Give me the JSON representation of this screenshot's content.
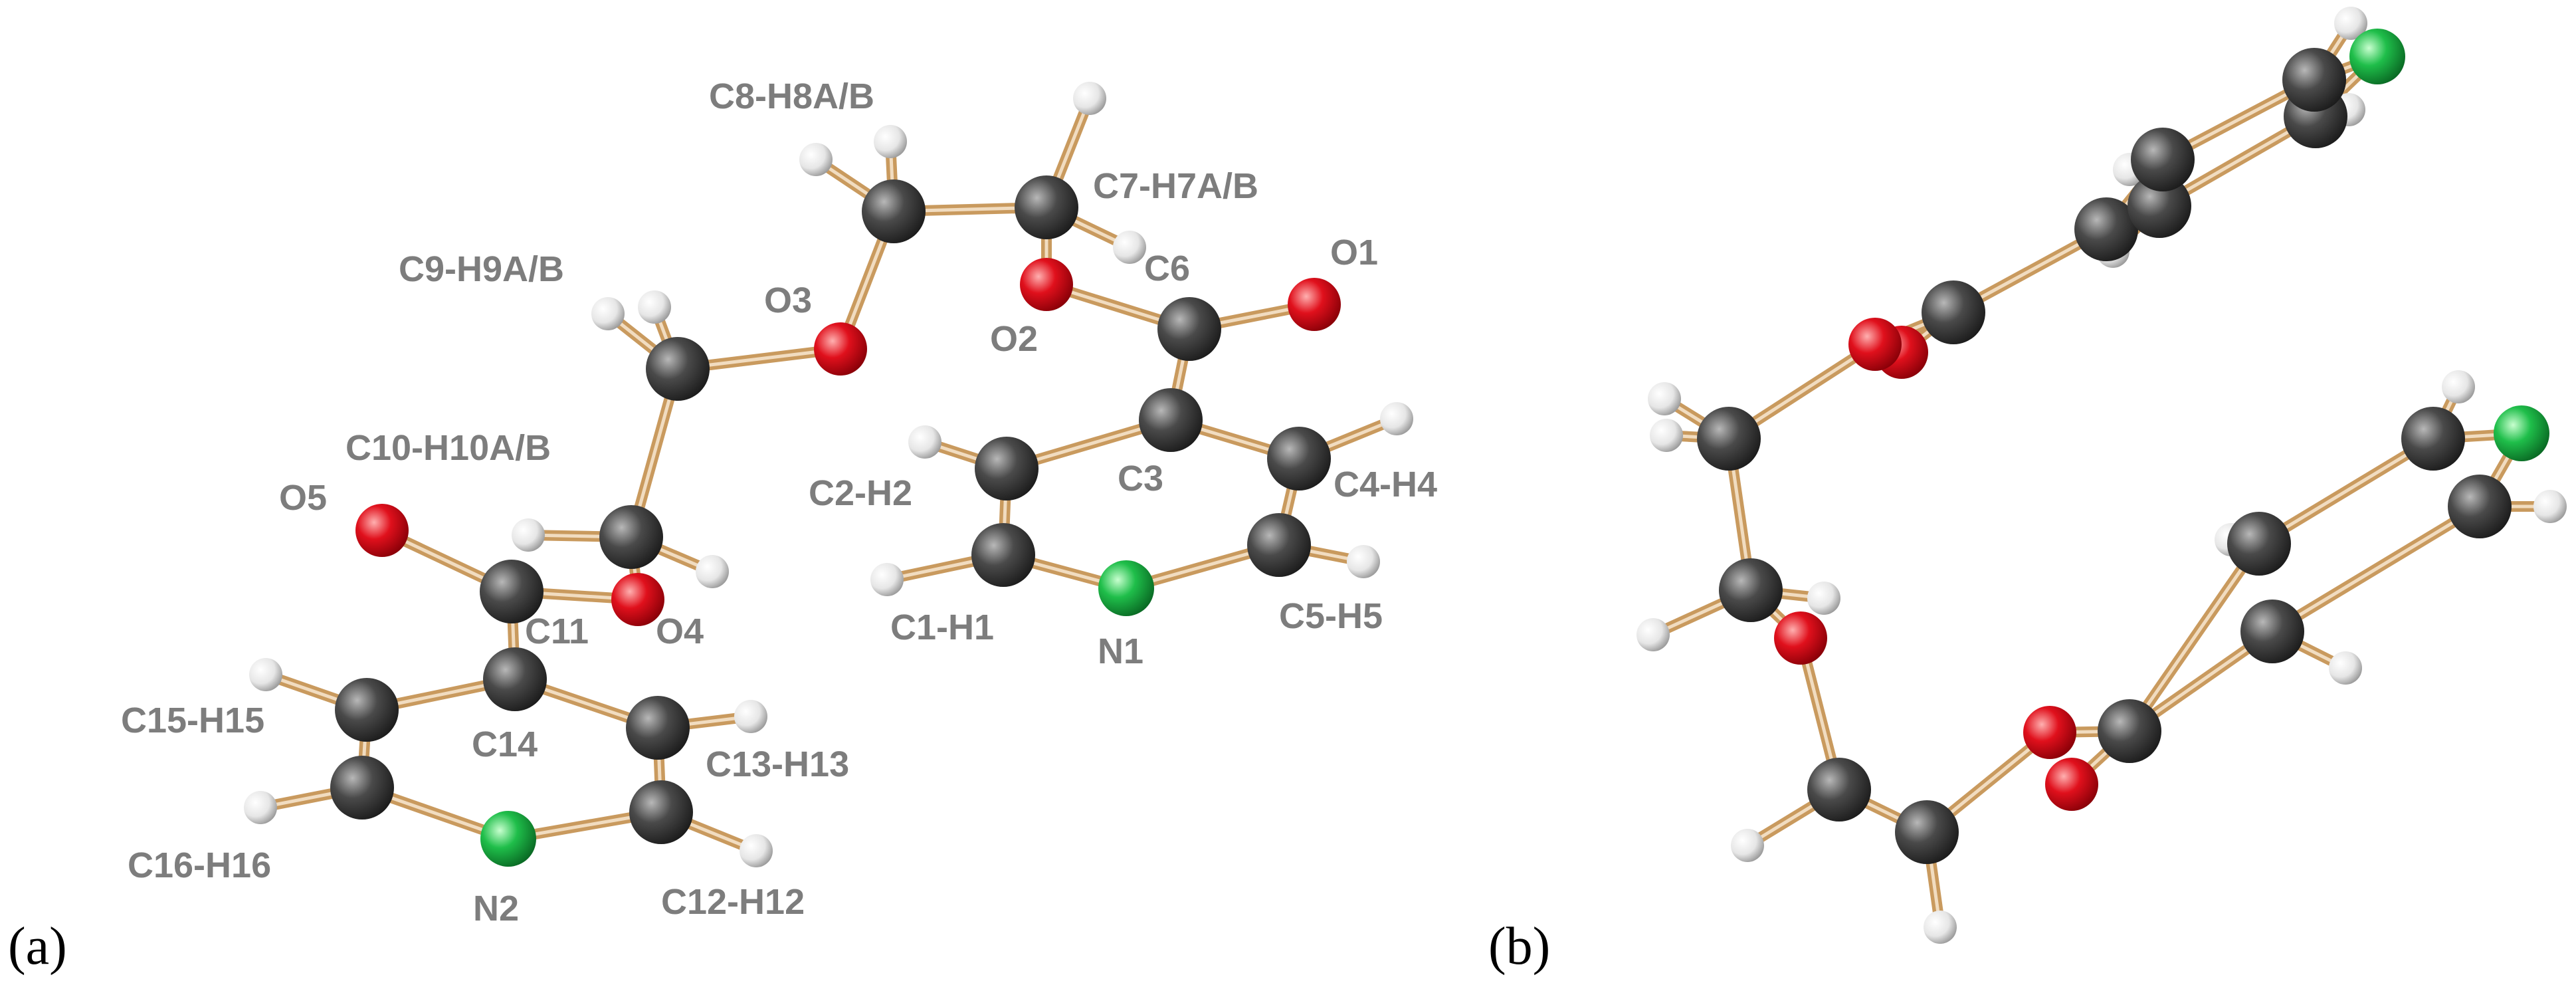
{
  "colors": {
    "carbon": "#4a4a4a",
    "oxygen": "#e0101c",
    "nitrogen": "#1fbe4a",
    "hydrogen": "#eeeeee",
    "bond": "#c99a5e",
    "label": "#7d7d7d"
  },
  "panels": [
    {
      "id": "a",
      "label": "(a)"
    },
    {
      "id": "b",
      "label": "(b)"
    }
  ],
  "labels": {
    "C8_H8AB": "C8-H8A/B",
    "C7_H7AB": "C7-H7A/B",
    "C9_H9AB": "C9-H9A/B",
    "O3": "O3",
    "C6": "C6",
    "O1": "O1",
    "O2": "O2",
    "C10_H10AB": "C10-H10A/B",
    "C2_H2": "C2-H2",
    "C3": "C3",
    "C4_H4": "C4-H4",
    "O5": "O5",
    "C11": "C11",
    "O4": "O4",
    "C1_H1": "C1-H1",
    "N1": "N1",
    "C5_H5": "C5-H5",
    "C15_H15": "C15-H15",
    "C14": "C14",
    "C13_H13": "C13-H13",
    "C16_H16": "C16-H16",
    "N2": "N2",
    "C12_H12": "C12-H12"
  }
}
